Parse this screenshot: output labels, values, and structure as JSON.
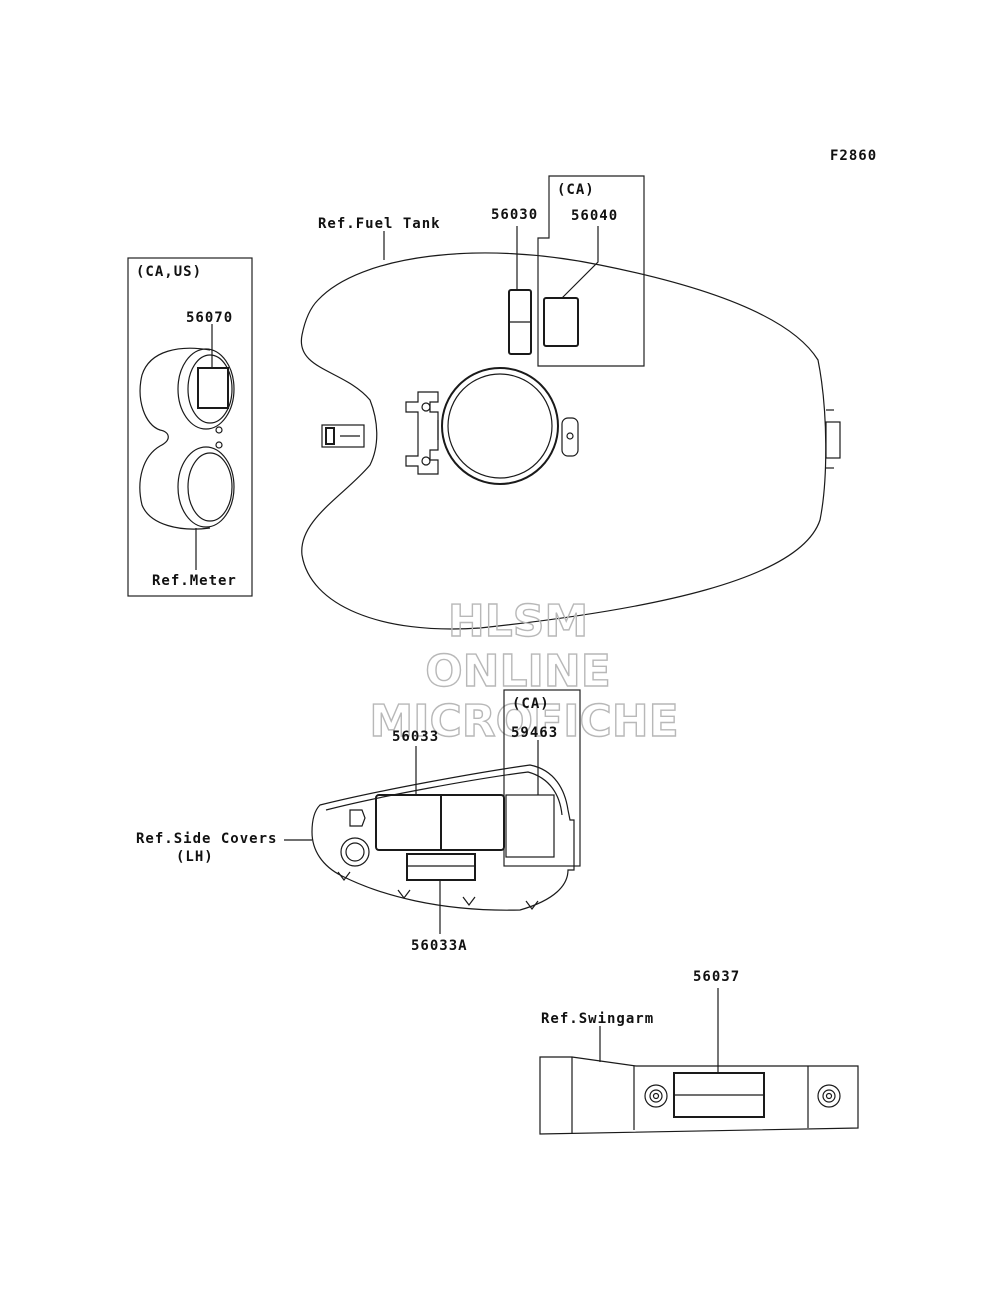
{
  "figure_code": "F2860",
  "callouts": {
    "fuel_tank_ref": "Ref.Fuel Tank",
    "meter_ref": "Ref.Meter",
    "side_covers_ref": "Ref.Side Covers",
    "side_covers_side": "(LH)",
    "swingarm_ref": "Ref.Swingarm"
  },
  "region_tags": {
    "tank_ca": "(CA)",
    "meter_ca_us": "(CA,US)",
    "side_cover_ca": "(CA)"
  },
  "part_numbers": {
    "tank_label_a": "56030",
    "tank_label_ca": "56040",
    "meter_label": "56070",
    "side_cover_label": "56033",
    "side_cover_label_ca": "59463",
    "side_cover_label_a": "56033A",
    "swingarm_label": "56037"
  },
  "watermark": {
    "line1": "HLSM",
    "line2": "ONLINE",
    "line3": "MICROFICHE"
  }
}
